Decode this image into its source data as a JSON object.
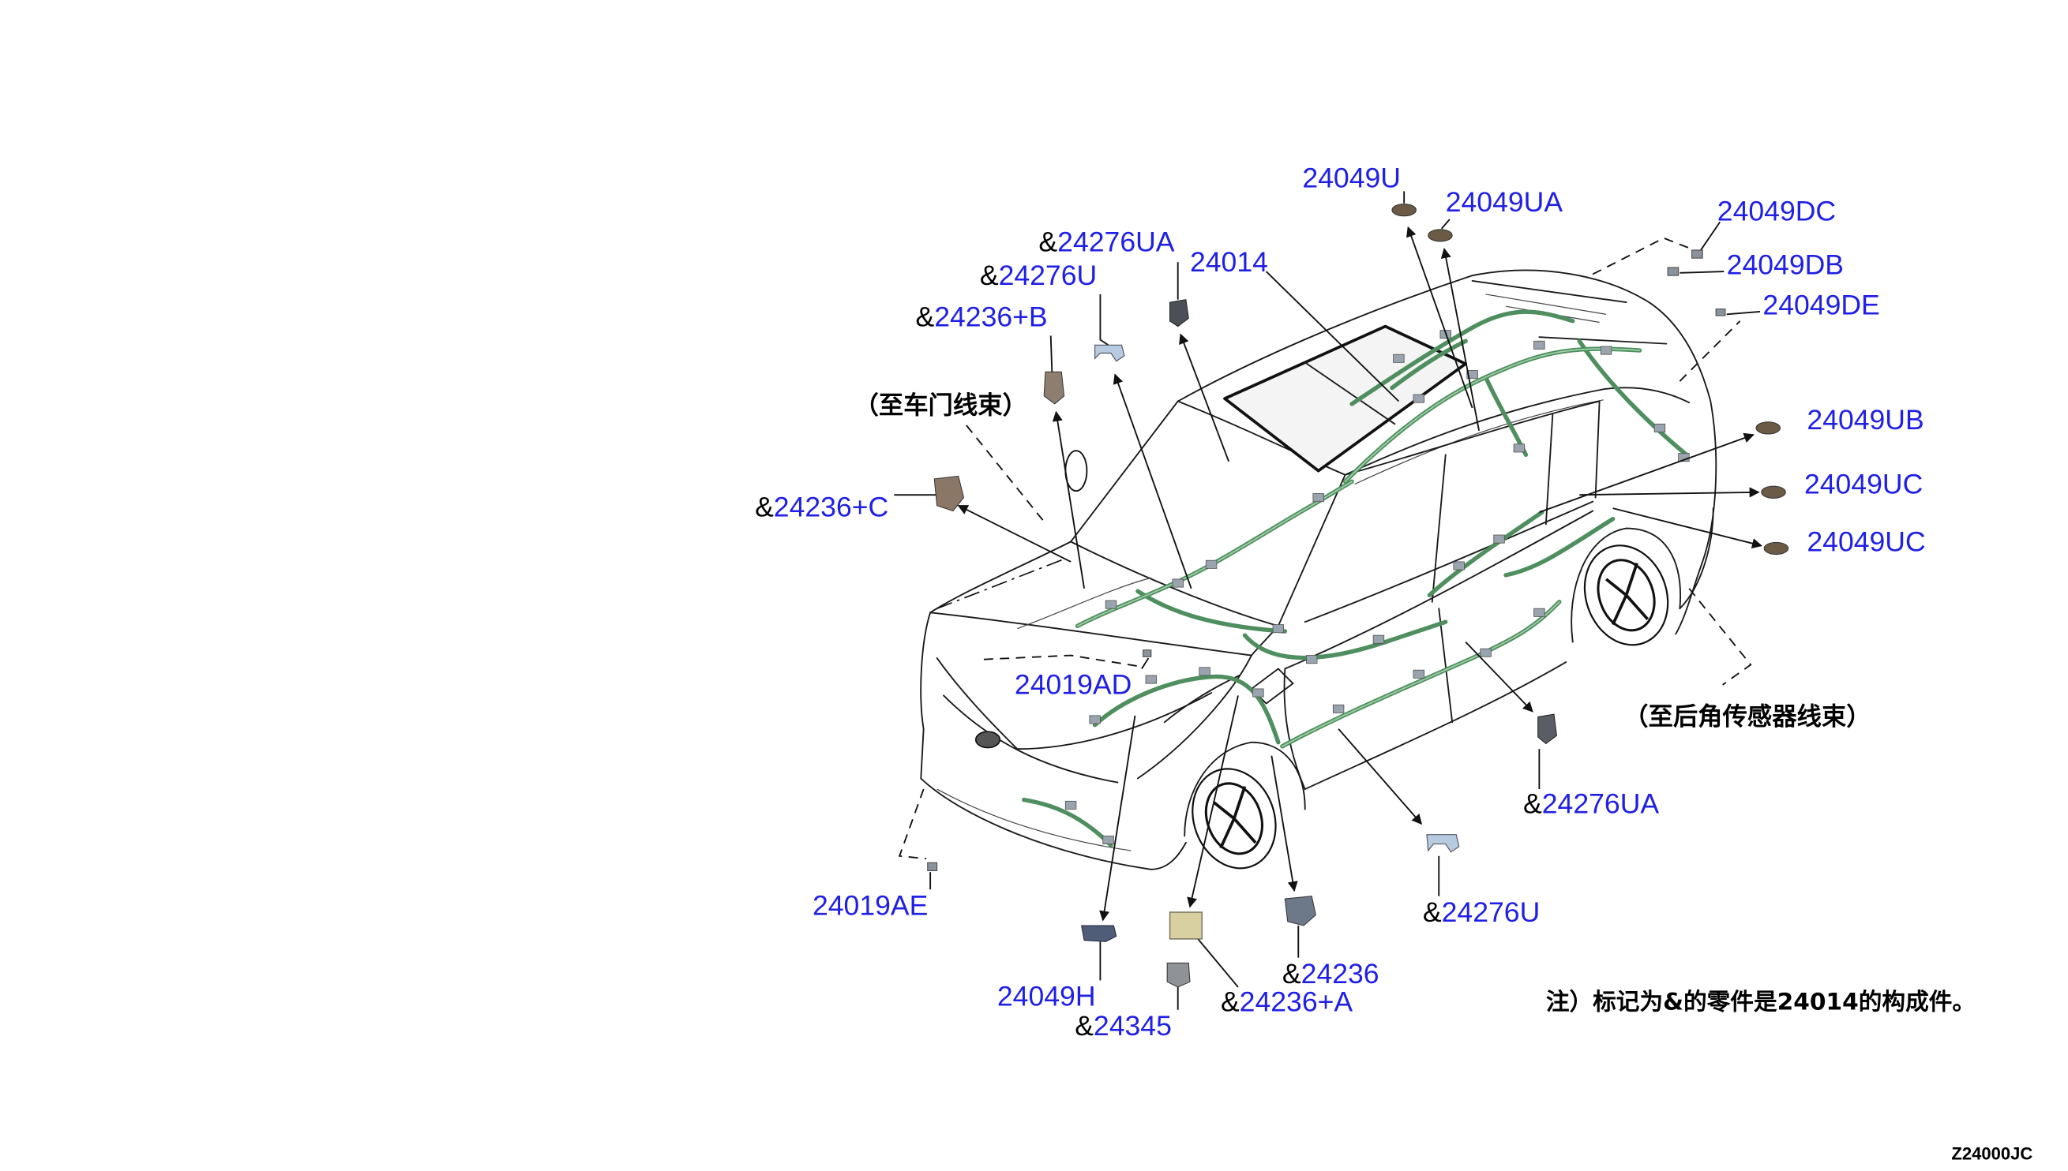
{
  "callouts": [
    {
      "number": "24049U"
    },
    {
      "number": "24049UA"
    },
    {
      "number": "24049DC"
    },
    {
      "number": "24049DB"
    },
    {
      "number": "24049DE"
    },
    {
      "prefix": "&",
      "number": "24276UA"
    },
    {
      "number": "24014"
    },
    {
      "prefix": "&",
      "number": "24276U"
    },
    {
      "prefix": "&",
      "number": "24236+B"
    },
    {
      "prefix": "&",
      "number": "24236+C"
    },
    {
      "number": "24049UB"
    },
    {
      "number": "24049UC"
    },
    {
      "number": "24049UC"
    },
    {
      "number": "24019AD"
    },
    {
      "prefix": "&",
      "number": "24276UA"
    },
    {
      "number": "24019AE"
    },
    {
      "prefix": "&",
      "number": "24276U"
    },
    {
      "prefix": "&",
      "number": "24236"
    },
    {
      "number": "24049H"
    },
    {
      "prefix": "&",
      "number": "24236+A"
    },
    {
      "prefix": "&",
      "number": "24345"
    }
  ],
  "notes": {
    "door_harness": "（至车门线束）",
    "rear_corner_sensor_harness": "（至后角传感器线束）",
    "footnote": "注）标记为&的零件是24014的构成件。"
  },
  "figure_code": "Z24000JC",
  "colors": {
    "part_number": "#1f1fe6",
    "harness": "#4f8f5f",
    "outline": "#1a1a1a"
  }
}
